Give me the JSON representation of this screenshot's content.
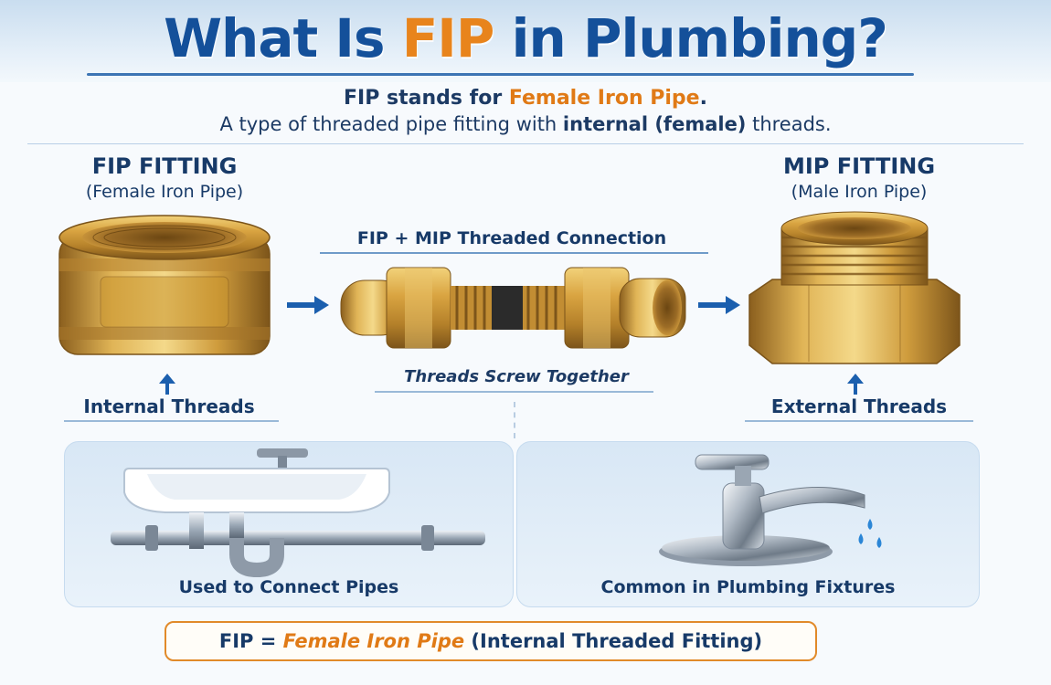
{
  "header": {
    "title_prefix": "What Is ",
    "title_accent": "FIP",
    "title_suffix": " in Plumbing?"
  },
  "intro": {
    "line1_prefix": "FIP stands for ",
    "line1_accent": "Female Iron Pipe",
    "line1_suffix": ".",
    "line2_prefix": "A type of threaded pipe fitting with ",
    "line2_bold": "internal (female)",
    "line2_suffix": " threads."
  },
  "fip": {
    "title": "FIP FITTING",
    "subtitle": "(Female Iron Pipe)",
    "caption": "Internal Threads"
  },
  "connection": {
    "title": "FIP + MIP Threaded Connection",
    "caption": "Threads Screw Together"
  },
  "mip": {
    "title": "MIP FITTING",
    "subtitle": "(Male Iron Pipe)",
    "caption": "External Threads"
  },
  "panels": {
    "left_caption": "Used to Connect Pipes",
    "right_caption": "Common in Plumbing Fixtures"
  },
  "footer": {
    "prefix": "FIP = ",
    "accent": "Female Iron Pipe",
    "suffix": " (Internal Threaded Fitting)"
  },
  "colors": {
    "title_blue": "#14509a",
    "accent_orange": "#e8841c",
    "brass": "#c9952e",
    "arrow_blue": "#1b5fae"
  },
  "icons": [
    "arrow-right-icon",
    "arrow-up-icon",
    "sink-icon",
    "faucet-icon"
  ]
}
